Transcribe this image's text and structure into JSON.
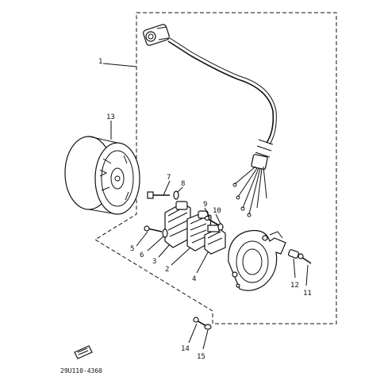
{
  "callouts": [
    {
      "id": "1",
      "label": "1"
    },
    {
      "id": "2",
      "label": "2"
    },
    {
      "id": "3",
      "label": "3"
    },
    {
      "id": "4",
      "label": "4"
    },
    {
      "id": "5",
      "label": "5"
    },
    {
      "id": "6",
      "label": "6"
    },
    {
      "id": "7",
      "label": "7"
    },
    {
      "id": "8",
      "label": "8"
    },
    {
      "id": "9",
      "label": "9"
    },
    {
      "id": "10",
      "label": "10"
    },
    {
      "id": "11",
      "label": "11"
    },
    {
      "id": "12",
      "label": "12"
    },
    {
      "id": "13",
      "label": "13"
    },
    {
      "id": "14",
      "label": "14"
    },
    {
      "id": "15",
      "label": "15"
    }
  ],
  "diagram_code": "29U110-4360"
}
